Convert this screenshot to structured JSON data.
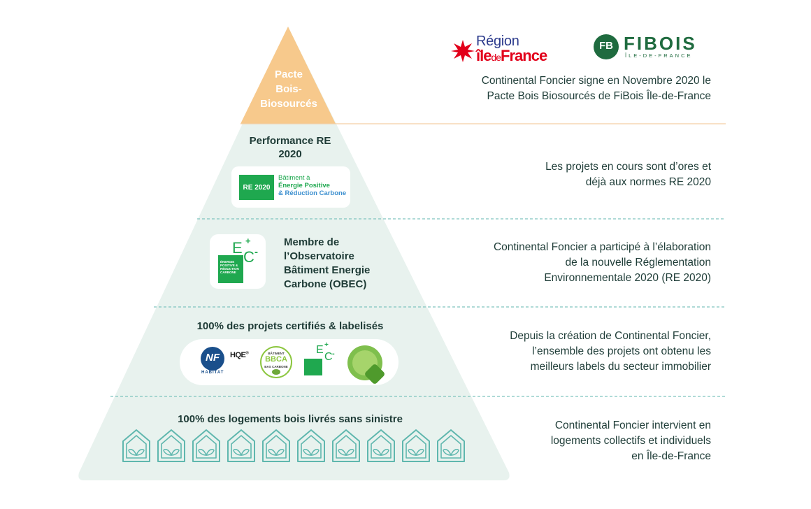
{
  "colors": {
    "pyramid_fill": "#e8f2ee",
    "apex_fill": "#f7c98c",
    "accent_green": "#1fa84f",
    "divider": "#7fc4bf",
    "apex_divider": "#f3cfa3",
    "house_stroke": "#5fb7ae",
    "text_dark": "#1e3b36"
  },
  "logos": {
    "region_top": "Région",
    "region_bottom_ile": "île",
    "region_bottom_de": "de",
    "region_bottom_france": "France",
    "fibois_monogram": "FB",
    "fibois_word": "FIBOIS",
    "fibois_sub": "ÎLE-DE-FRANCE"
  },
  "tiers": {
    "apex": {
      "label_lines": [
        "Pacte",
        "Bois-",
        "Biosourcés"
      ],
      "desc_lines": [
        "Continental Foncier signe en Novembre 2020 le",
        "Pacte Bois Biosourcés de FiBois Île-de-France"
      ]
    },
    "re2020": {
      "title": "Performance RE 2020",
      "badge": "RE 2020",
      "badge_lines": [
        "Bâtiment à",
        "Énergie Positive",
        "& Réduction Carbone"
      ],
      "desc_lines": [
        "Les projets en cours sont d’ores et",
        "déjà aux normes RE 2020"
      ]
    },
    "obec": {
      "title_lines": [
        "Membre de",
        "l’Observatoire",
        "Bâtiment Energie",
        "Carbone (OBEC)"
      ],
      "ec_big": "E",
      "ec_big2": "C",
      "ec_plus": "+",
      "ec_minus": "-",
      "ec_small_lines": [
        "ÉNERGIE",
        "POSITIVE &",
        "RÉDUCTION",
        "CARBONE"
      ],
      "desc_lines": [
        "Continental Foncier a participé à l’élaboration",
        "de la nouvelle Réglementation",
        "Environnementale 2020 (RE 2020)"
      ]
    },
    "labels": {
      "title": "100% des projets certifiés & labelisés",
      "nf": "NF",
      "nf_sub": "HABITAT",
      "hqe": "HQE",
      "hqe_mark": "®",
      "bbca_top": "BÂTIMENT",
      "bbca": "BBCA",
      "bbca_bottom": "BAS CARBONE",
      "desc_lines": [
        "Depuis la création de Continental Foncier,",
        "l’ensemble des projets ont obtenu les",
        "meilleurs labels du secteur immobilier"
      ]
    },
    "housing": {
      "title": "100% des logements bois livrés sans sinistre",
      "house_count": 10,
      "desc_lines": [
        "Continental Foncier intervient en",
        "logements collectifs et individuels",
        "en Île-de-France"
      ]
    }
  }
}
